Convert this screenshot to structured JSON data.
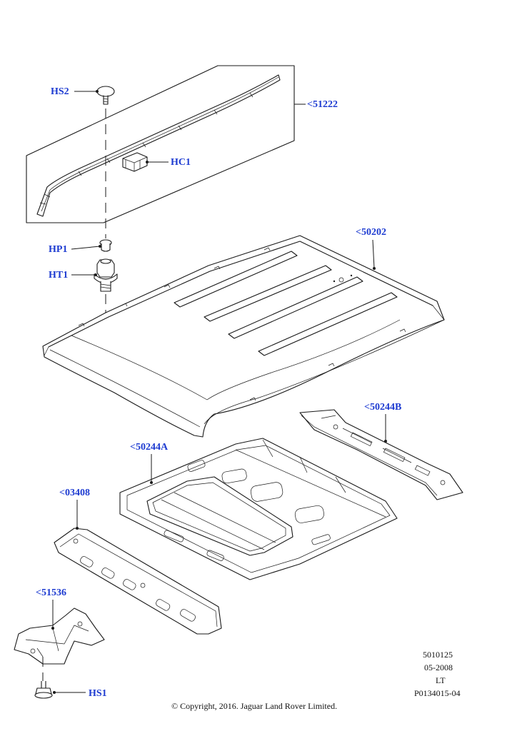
{
  "callouts": {
    "hs2": "HS2",
    "p51222": "<51222",
    "hc1": "HC1",
    "hp1": "HP1",
    "ht1": "HT1",
    "p50202": "<50202",
    "p50244b": "<50244B",
    "p50244a": "<50244A",
    "p03408": "<03408",
    "p51536": "<51536",
    "hs1": "HS1"
  },
  "meta": {
    "code": "5010125",
    "date": "05-2008",
    "variant": "LT",
    "illustration": "P0134015-04"
  },
  "copyright": "© Copyright, 2016. Jaguar Land Rover Limited."
}
